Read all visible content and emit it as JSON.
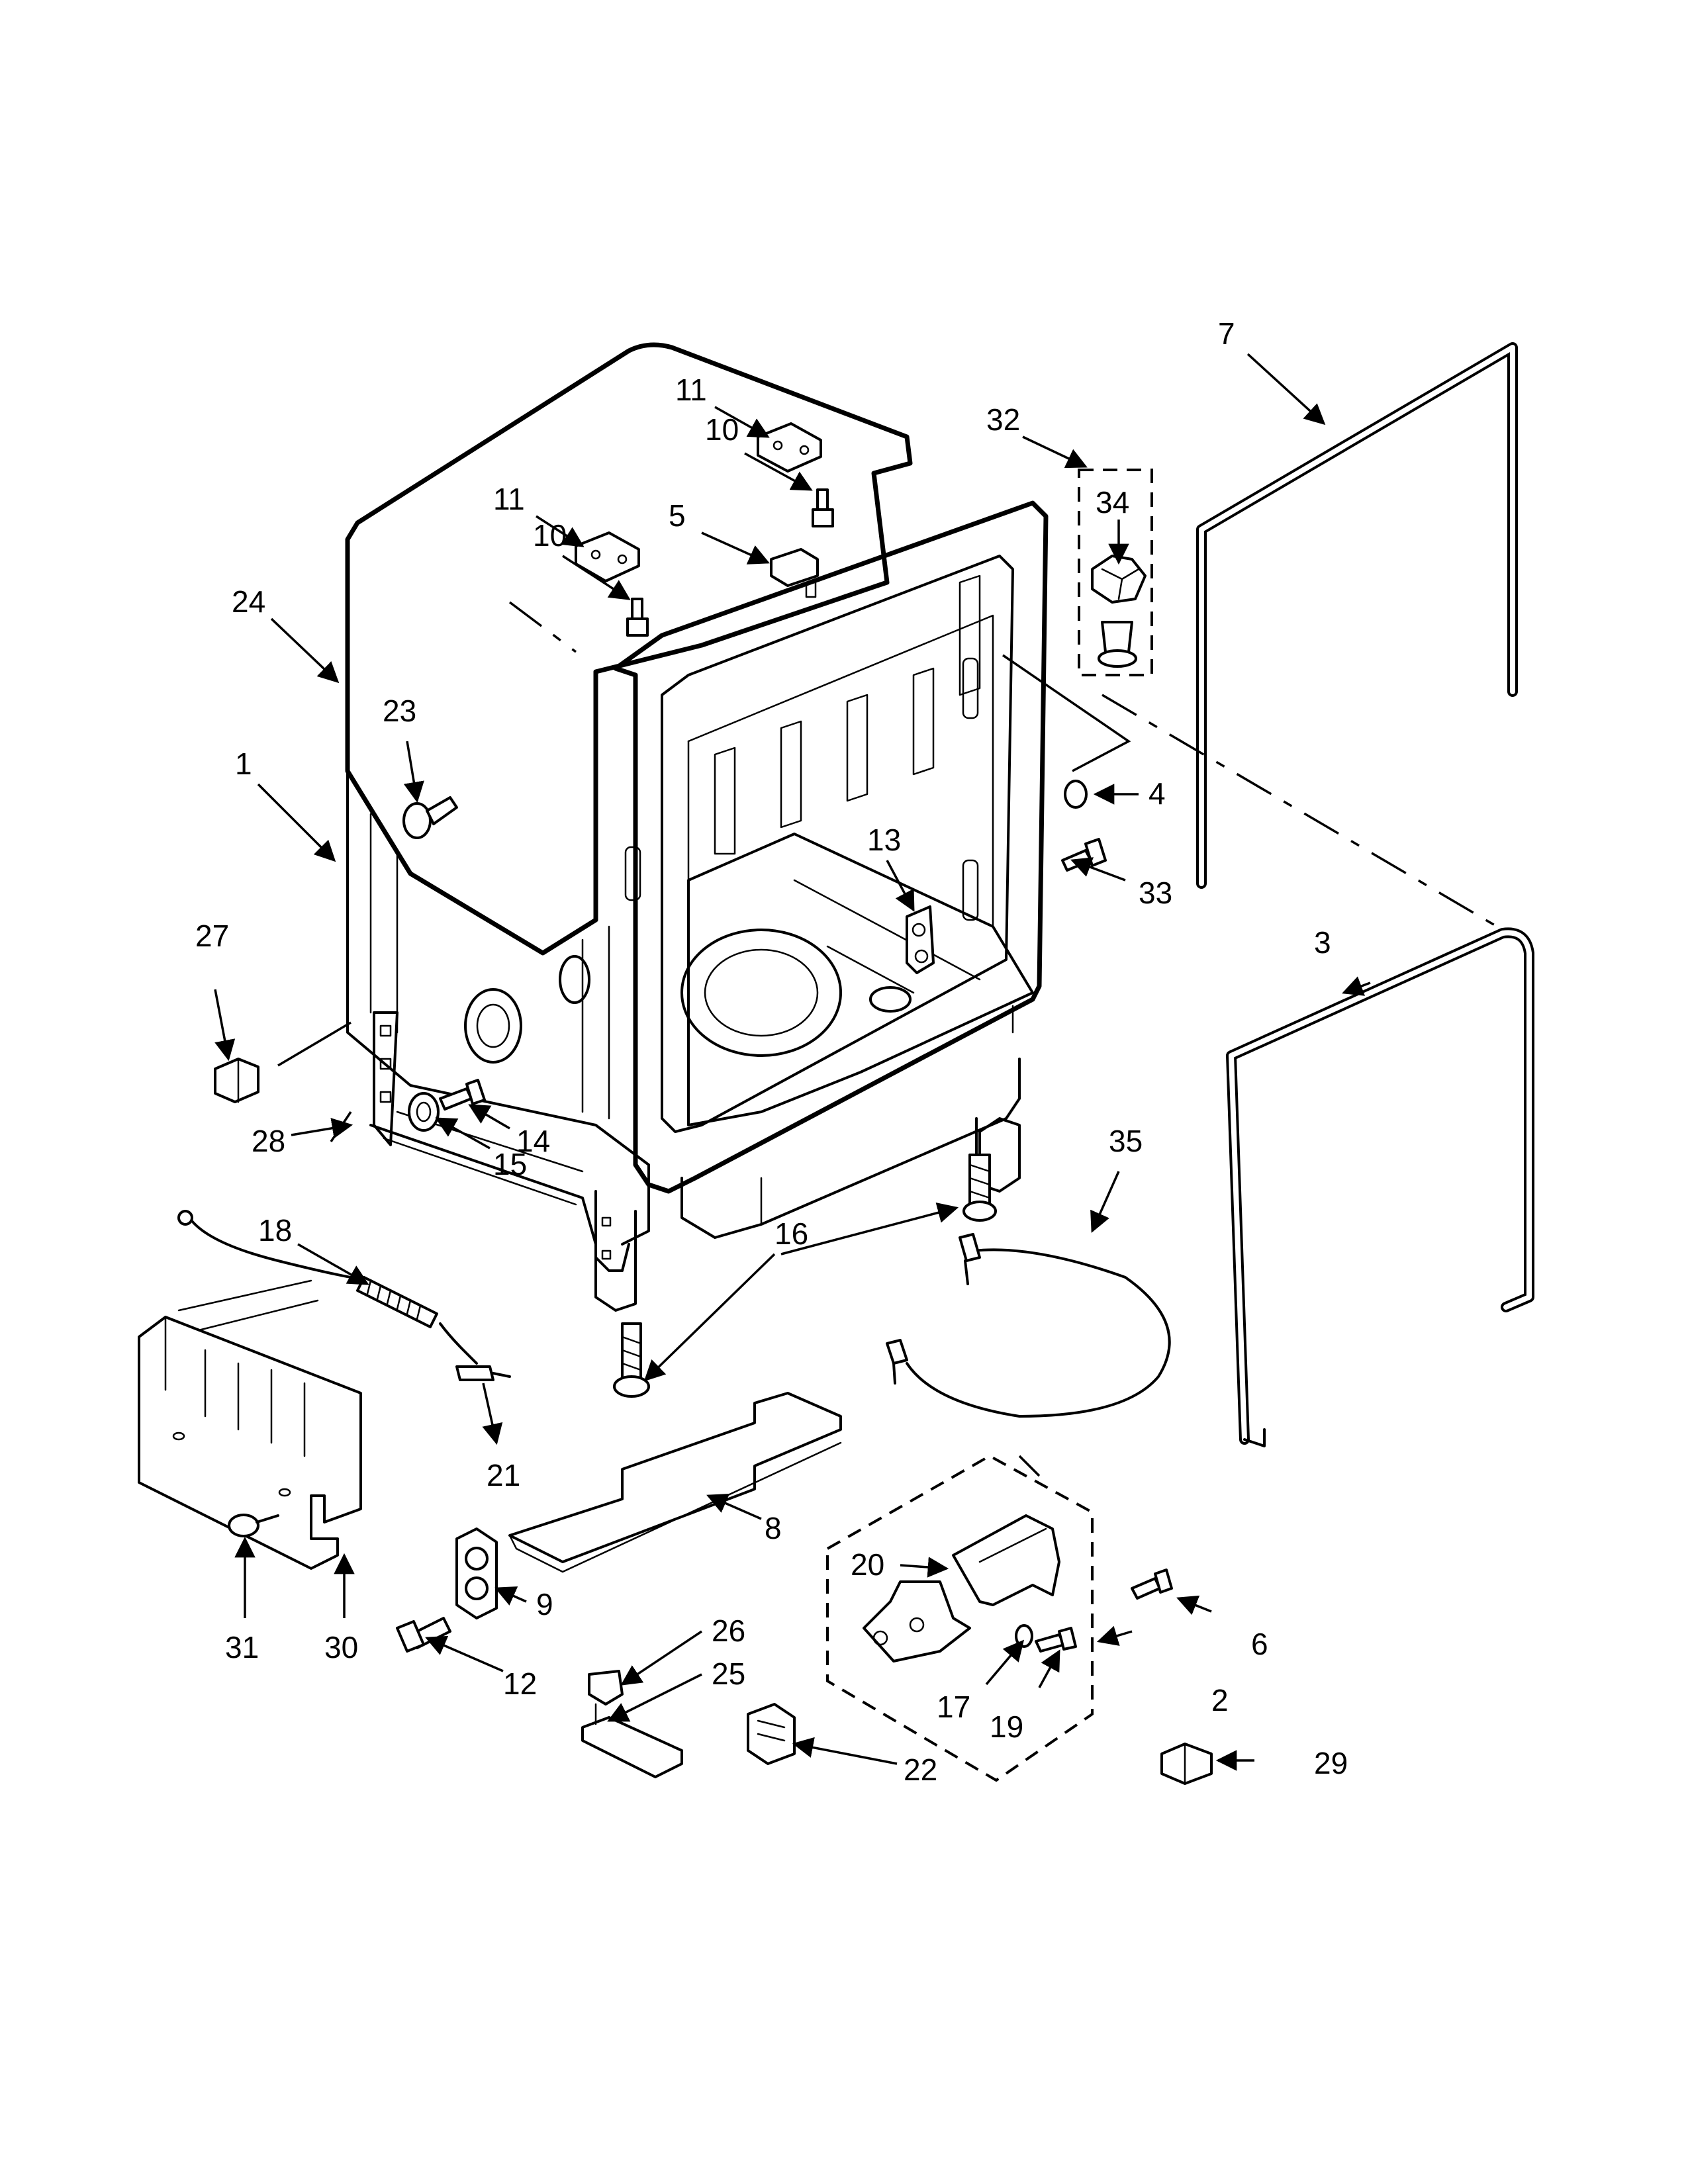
{
  "callouts": [
    {
      "id": "c1",
      "text": "1"
    },
    {
      "id": "c2",
      "text": "2"
    },
    {
      "id": "c3",
      "text": "3"
    },
    {
      "id": "c4",
      "text": "4"
    },
    {
      "id": "c5",
      "text": "5"
    },
    {
      "id": "c6",
      "text": "6"
    },
    {
      "id": "c7",
      "text": "7"
    },
    {
      "id": "c8",
      "text": "8"
    },
    {
      "id": "c9",
      "text": "9"
    },
    {
      "id": "c10a",
      "text": "10"
    },
    {
      "id": "c10b",
      "text": "10"
    },
    {
      "id": "c11a",
      "text": "11"
    },
    {
      "id": "c11b",
      "text": "11"
    },
    {
      "id": "c12",
      "text": "12"
    },
    {
      "id": "c13",
      "text": "13"
    },
    {
      "id": "c14",
      "text": "14"
    },
    {
      "id": "c15",
      "text": "15"
    },
    {
      "id": "c16",
      "text": "16"
    },
    {
      "id": "c17",
      "text": "17"
    },
    {
      "id": "c18",
      "text": "18"
    },
    {
      "id": "c19",
      "text": "19"
    },
    {
      "id": "c20",
      "text": "20"
    },
    {
      "id": "c21",
      "text": "21"
    },
    {
      "id": "c22",
      "text": "22"
    },
    {
      "id": "c23",
      "text": "23"
    },
    {
      "id": "c24",
      "text": "24"
    },
    {
      "id": "c25",
      "text": "25"
    },
    {
      "id": "c26",
      "text": "26"
    },
    {
      "id": "c27",
      "text": "27"
    },
    {
      "id": "c28",
      "text": "28"
    },
    {
      "id": "c29",
      "text": "29"
    },
    {
      "id": "c30",
      "text": "30"
    },
    {
      "id": "c31",
      "text": "31"
    },
    {
      "id": "c32",
      "text": "32"
    },
    {
      "id": "c33",
      "text": "33"
    },
    {
      "id": "c34",
      "text": "34"
    },
    {
      "id": "c35",
      "text": "35"
    }
  ]
}
